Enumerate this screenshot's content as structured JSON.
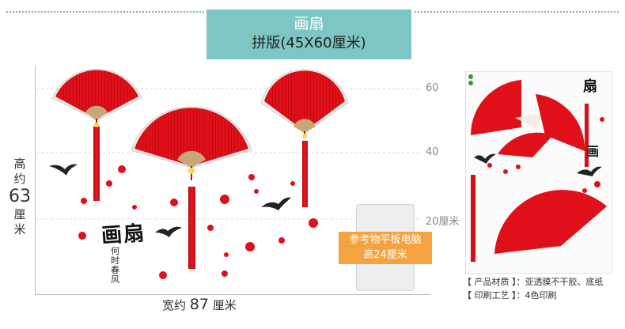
{
  "header": {
    "title": "画扇",
    "subtitle": "拼版(45X60厘米)"
  },
  "height_label": {
    "line1": "高",
    "line2": "约",
    "number": "63",
    "line3": "厘",
    "line4": "米"
  },
  "width_label": {
    "prefix": "宽约",
    "number": "87",
    "suffix": "厘米"
  },
  "ticks": [
    "60",
    "40",
    "20厘米"
  ],
  "tablet_label": {
    "line1": "参考物平板电脑",
    "line2": "高24厘米"
  },
  "decal_text": {
    "main": "画扇",
    "sub": "何时春风"
  },
  "info": {
    "material": "【 产品材质 】：亚透膜不干胶、底纸",
    "printing": "【 印刷工艺 】：4色印刷"
  },
  "colors": {
    "fan_red": "#e0101a",
    "tassel_red": "#d60f18",
    "header_bg": "#7cc6c3",
    "tablet_label_bg": "#f5a340"
  }
}
